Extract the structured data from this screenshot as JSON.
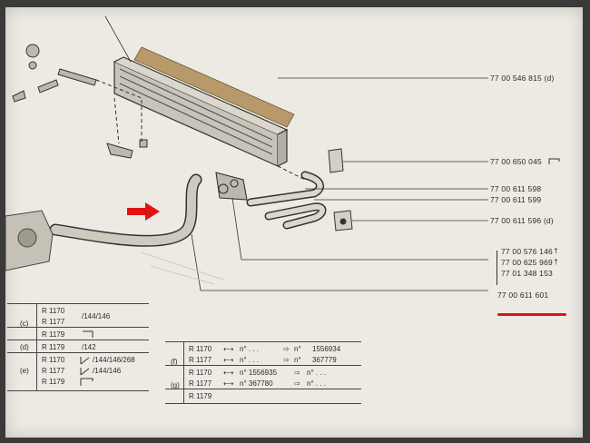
{
  "part_numbers": {
    "p1": "77 00 546 815 (d)",
    "p2": "77 00 650 045",
    "p3": "77 00 611 598",
    "p4": "77 00 611 599",
    "p5": "77 00 611 596 (d)",
    "group": [
      "77 00 576 146",
      "77 00 625 969",
      "77 01 348 153"
    ],
    "highlighted": "77 00 611 601"
  },
  "left_table": {
    "rows": [
      {
        "letter": "",
        "model": "R 1170",
        "variant": ""
      },
      {
        "letter": "(c)",
        "model": "R 1177",
        "variant": "/144/146"
      },
      {
        "letter": "",
        "model": "R 1179",
        "variant": ""
      },
      {
        "letter": "(d)",
        "model": "R 1179",
        "variant": "/142"
      },
      {
        "letter": "",
        "model": "R 1170",
        "variant": "/144/146/268"
      },
      {
        "letter": "(e)",
        "model": "R 1177",
        "variant": "/144/146"
      },
      {
        "letter": "",
        "model": "R 1179",
        "variant": ""
      }
    ]
  },
  "right_table": {
    "rows": [
      {
        "letter": "",
        "model": "R 1170",
        "text": "n° . . .",
        "text2": "n°",
        "num": "1556934"
      },
      {
        "letter": "(f)",
        "model": "R 1177",
        "text": "n° . . .",
        "text2": "n°",
        "num": "367779"
      },
      {
        "letter": "",
        "model": "R 1170",
        "text": "n° 1556935",
        "text2": "n° . . .",
        "num": ""
      },
      {
        "letter": "(g)",
        "model": "R 1177",
        "text": "n° 367780",
        "text2": "n° . . .",
        "num": ""
      },
      {
        "letter": "",
        "model": "R 1179",
        "text": "",
        "text2": "",
        "num": ""
      }
    ]
  },
  "colors": {
    "accent": "#e21212",
    "paper": "#edeae3",
    "ink": "#2a2a2a"
  }
}
